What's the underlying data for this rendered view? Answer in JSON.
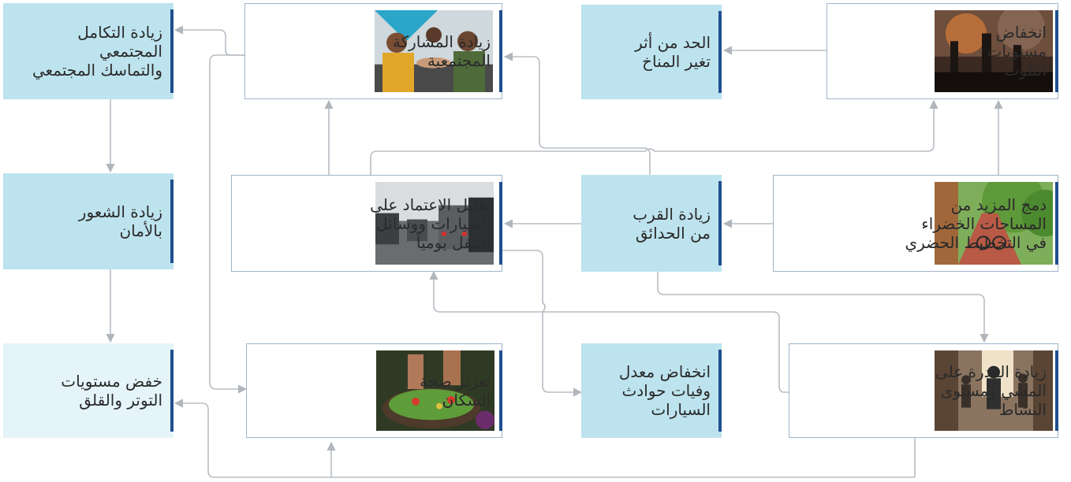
{
  "nodes": {
    "pollution": {
      "text": "انخفاض\nمستويات\nالتلوث",
      "image": "factory-smokestacks-photo"
    },
    "climate": {
      "text": "الحد من أثر\nتغير المناخ"
    },
    "participation": {
      "text": "زيادة المشاركة\nالمجتمعية",
      "image": "people-group-handshake-photo"
    },
    "integration": {
      "text": "زيادة التكامل\nالمجتمعي\nوالتماسك المجتمعي"
    },
    "green": {
      "text": "دمج المزيد من\nالمساحات الخضراء\nفي التخطيط الحضري",
      "image": "tree-lined-bike-path-photo"
    },
    "proximity": {
      "text": "زيادة القرب\nمن الحدائق"
    },
    "cars": {
      "text": "تقليل الاعتماد على\nالسيارات ووسائل\nالتنقل يومياً",
      "image": "traffic-jam-photo"
    },
    "safety": {
      "text": "زيادة الشعور\nبالأمان"
    },
    "walking": {
      "text": "زيادة القدرة على\nالمشي ومستوى\nالنشاط",
      "image": "people-walking-street-photo"
    },
    "accidents": {
      "text": "انخفاض معدل\nوفيات حوادث\nالسيارات"
    },
    "health": {
      "text": "تعزيز صحة\nالسكان",
      "image": "healthy-salad-photo"
    },
    "stress": {
      "text": "خفض مستويات\nالتوتر والقلق"
    }
  },
  "colors": {
    "accent_bar": "#1f4f8f",
    "teal_box": "#bde3ee",
    "pale_box": "#e4f4f9",
    "connector": "#b8bec4",
    "border": "#9fb4c9"
  }
}
